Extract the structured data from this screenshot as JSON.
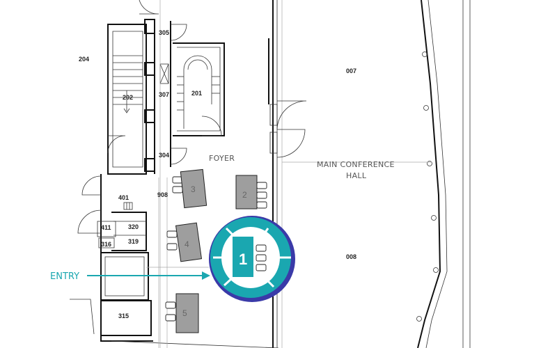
{
  "rooms": {
    "r204": "204",
    "r305": "305",
    "r007": "007",
    "r202": "202",
    "r307": "307",
    "r201": "201",
    "r304": "304",
    "r908": "908",
    "r401": "401",
    "r320": "320",
    "r411": "411",
    "r319": "319",
    "r316": "316",
    "r008": "008",
    "r315": "315"
  },
  "areas": {
    "foyer": "FOYER",
    "hall_line1": "MAIN CONFERENCE",
    "hall_line2": "HALL"
  },
  "booths": [
    "1",
    "2",
    "3",
    "4",
    "5"
  ],
  "entry": {
    "label": "ENTRY"
  },
  "colors": {
    "highlight": "#1aa7b0",
    "highlight_dark": "#3a3aa8",
    "booth_grey": "#9e9e9e"
  }
}
